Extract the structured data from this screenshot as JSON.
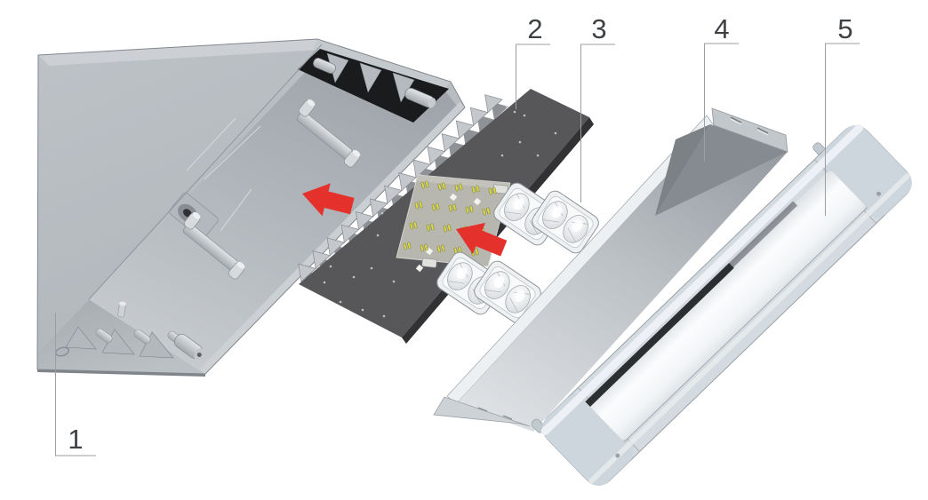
{
  "diagram": {
    "type": "exploded-view",
    "subject": "linear-led-luminaire-assembly",
    "callouts": [
      {
        "number": "1",
        "part": "housing-body"
      },
      {
        "number": "2",
        "part": "led-heatsink-panel"
      },
      {
        "number": "3",
        "part": "lens-optics"
      },
      {
        "number": "4",
        "part": "reflector-tray"
      },
      {
        "number": "5",
        "part": "frame-with-diffuser"
      }
    ],
    "arrows": [
      {
        "name": "assembly-arrow-upper",
        "direction": "left"
      },
      {
        "name": "assembly-arrow-lower",
        "direction": "left"
      }
    ],
    "colors": {
      "background": "#ffffff",
      "arrow_red": "#e5312b",
      "leader_line": "#9b9fa3",
      "label_text": "#3e4144",
      "panel_dark": "#57575a",
      "led_yellow": "#d9d94a"
    }
  }
}
